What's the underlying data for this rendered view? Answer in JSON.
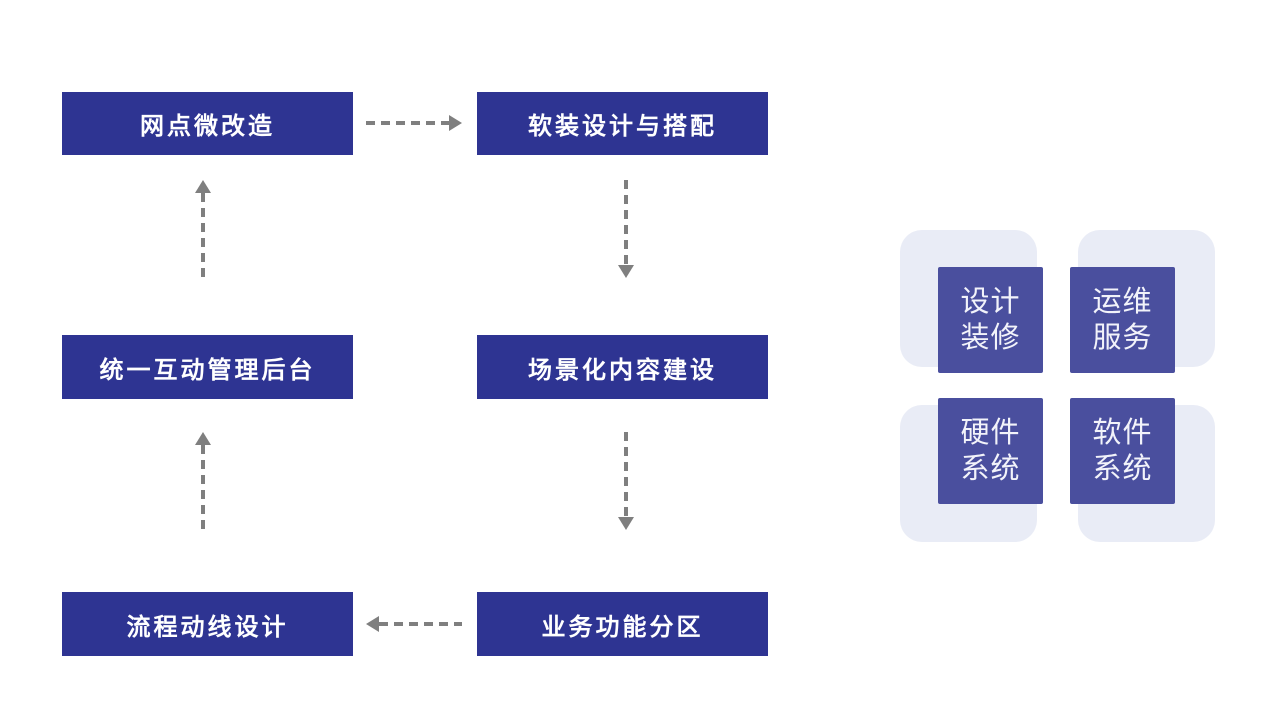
{
  "colors": {
    "flow-box-bg": "#2e3492",
    "tile-bg": "#4a4f9e",
    "tile-backdrop-bg": "#e9ecf6",
    "arrow": "#7f7f7f",
    "text-light": "#ffffff"
  },
  "flowchart": {
    "nodes": [
      {
        "id": "outlet-micro-renovation",
        "label": "网点微改造"
      },
      {
        "id": "soft-deco-design",
        "label": "软装设计与搭配"
      },
      {
        "id": "unified-admin-backend",
        "label": "统一互动管理后台"
      },
      {
        "id": "scenario-content",
        "label": "场景化内容建设"
      },
      {
        "id": "process-flow-design",
        "label": "流程动线设计"
      },
      {
        "id": "business-zoning",
        "label": "业务功能分区"
      }
    ],
    "connections": [
      {
        "from": "网点微改造",
        "to": "软装设计与搭配",
        "style": "dashed-arrow",
        "direction": "right"
      },
      {
        "from": "软装设计与搭配",
        "to": "场景化内容建设",
        "style": "dashed-arrow",
        "direction": "down"
      },
      {
        "from": "场景化内容建设",
        "to": "业务功能分区",
        "style": "dashed-arrow",
        "direction": "down"
      },
      {
        "from": "业务功能分区",
        "to": "流程动线设计",
        "style": "dashed-arrow",
        "direction": "left"
      },
      {
        "from": "流程动线设计",
        "to": "统一互动管理后台",
        "style": "dashed-arrow",
        "direction": "up"
      },
      {
        "from": "统一互动管理后台",
        "to": "网点微改造",
        "style": "dashed-arrow",
        "direction": "up"
      }
    ]
  },
  "services": {
    "tiles": [
      {
        "id": "design-decoration",
        "line1": "设计",
        "line2": "装修"
      },
      {
        "id": "operation-service",
        "line1": "运维",
        "line2": "服务"
      },
      {
        "id": "hardware-system",
        "line1": "硬件",
        "line2": "系统"
      },
      {
        "id": "software-system",
        "line1": "软件",
        "line2": "系统"
      }
    ]
  }
}
